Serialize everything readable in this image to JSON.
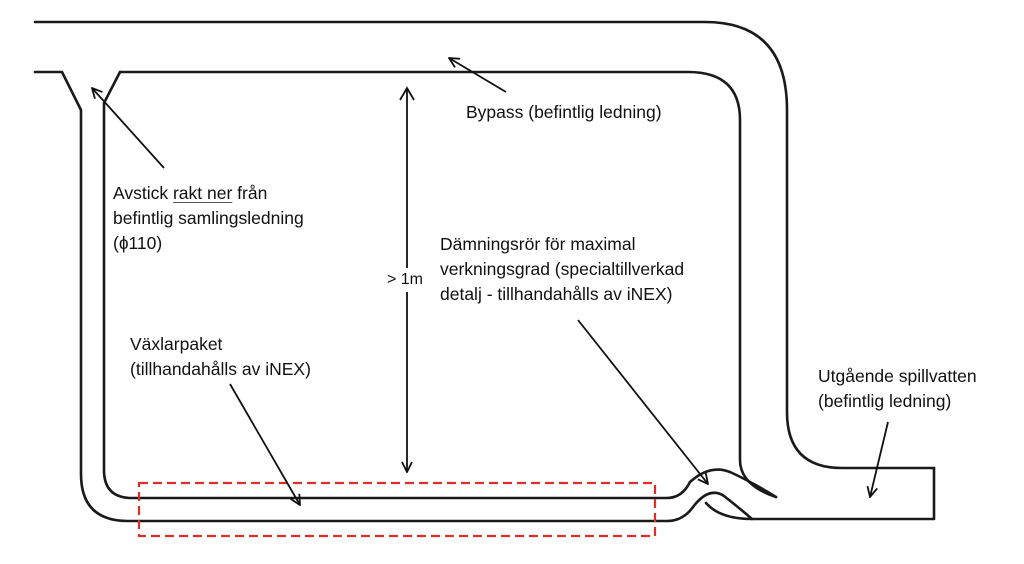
{
  "colors": {
    "pipe": "#1a1a1a",
    "arrow": "#111111",
    "highlight_box": "#d9302a"
  },
  "labels": {
    "avstick": {
      "line1_pre": "Avstick ",
      "line1_ul": "rakt ner",
      "line1_post": " från",
      "line2": "befintlig samlingsledning",
      "line3": "(ɸ110)"
    },
    "bypass": "Bypass (befintlig ledning)",
    "dimension": "> 1m",
    "damning": {
      "line1": "Dämningsrör för maximal",
      "line2": "verkningsgrad (specialtillverkad",
      "line3": "detalj - tillhandahålls av iNEX)"
    },
    "vaxlarpaket": {
      "line1": "Växlarpaket",
      "line2": "(tillhandahålls av iNEX)"
    },
    "utgaende": {
      "line1": "Utgående spillvatten",
      "line2": "(befintlig ledning)"
    }
  }
}
